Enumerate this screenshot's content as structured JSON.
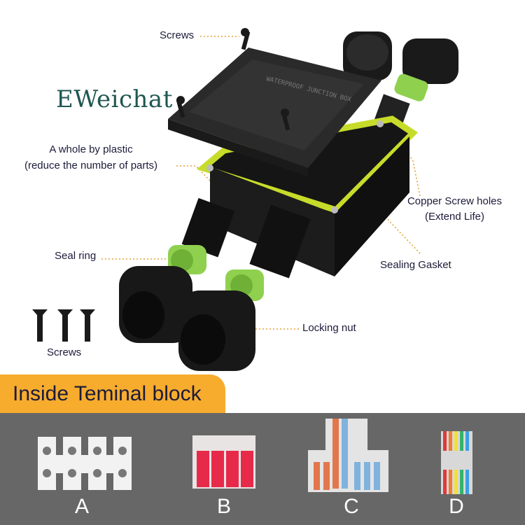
{
  "brand": {
    "logo_text": "EWeichat",
    "color": "#1f5752"
  },
  "callouts": {
    "screws_top": "Screws",
    "plastic_line1": "A whole by plastic",
    "plastic_line2": "(reduce the number of parts)",
    "copper_line1": "Copper Screw holes",
    "copper_line2": "(Extend Life)",
    "seal_ring": "Seal ring",
    "sealing_gasket": "Sealing Gasket",
    "locking_nut": "Locking nut",
    "screws_bottom": "Screws"
  },
  "section": {
    "title": "Inside Teminal block",
    "tab_color": "#f7ac2e",
    "band_color": "#676767",
    "options": [
      {
        "label": "A",
        "icon": "ceramic-screw-terminal"
      },
      {
        "label": "B",
        "icon": "red-lever-connector"
      },
      {
        "label": "C",
        "icon": "orange-blue-splitter-connector"
      },
      {
        "label": "D",
        "icon": "rainbow-lever-connector"
      }
    ]
  },
  "colors": {
    "gasket": "#c7dc2a",
    "seal": "#8fd14f",
    "body": "#1e1e1e"
  }
}
